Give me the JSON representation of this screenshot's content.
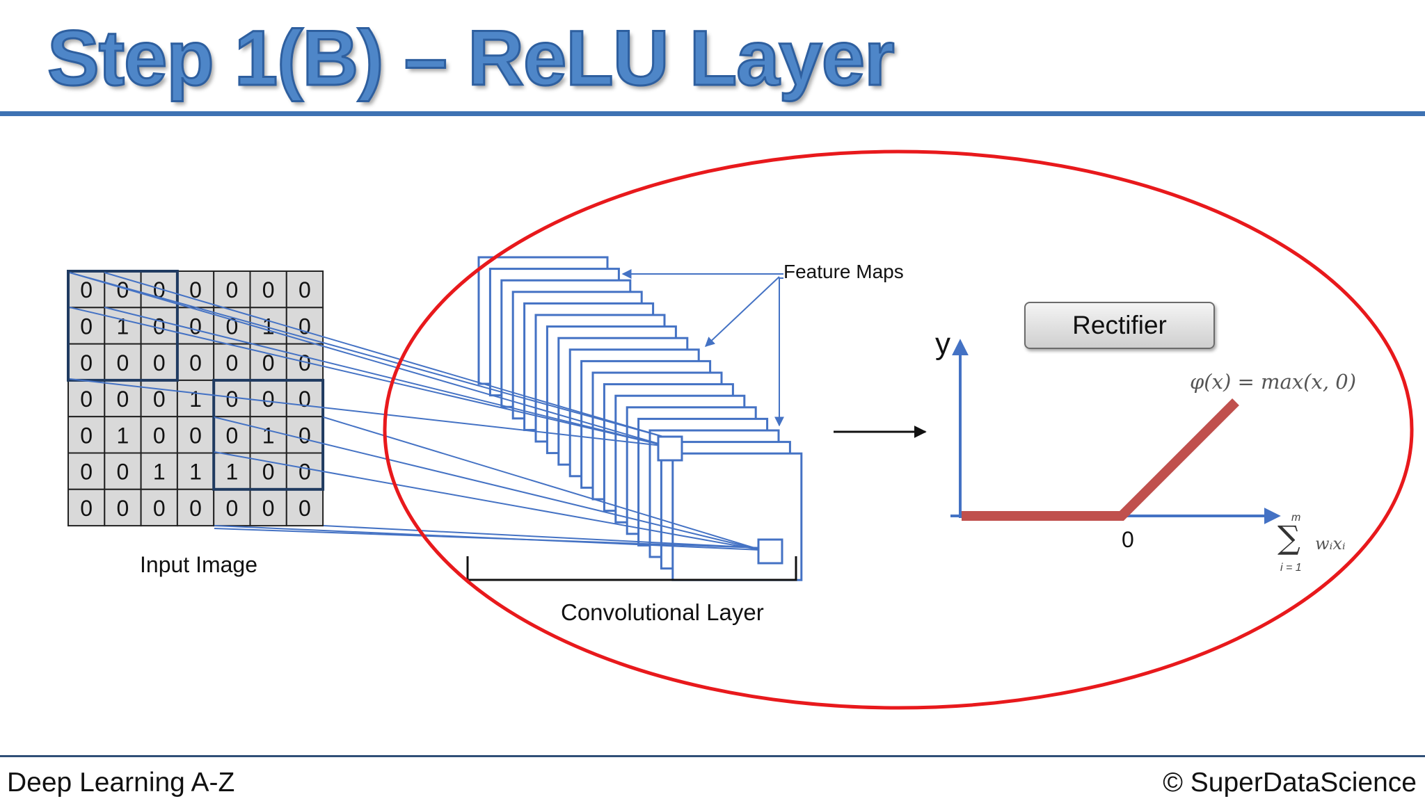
{
  "slide": {
    "title": "Step 1(B) – ReLU Layer",
    "footer_left": "Deep Learning A-Z",
    "footer_right": "© SuperDataScience"
  },
  "input_image": {
    "label": "Input Image",
    "grid": [
      [
        "0",
        "0",
        "0",
        "0",
        "0",
        "0",
        "0"
      ],
      [
        "0",
        "1",
        "0",
        "0",
        "0",
        "1",
        "0"
      ],
      [
        "0",
        "0",
        "0",
        "0",
        "0",
        "0",
        "0"
      ],
      [
        "0",
        "0",
        "0",
        "1",
        "0",
        "0",
        "0"
      ],
      [
        "0",
        "1",
        "0",
        "0",
        "0",
        "1",
        "0"
      ],
      [
        "0",
        "0",
        "1",
        "1",
        "1",
        "0",
        "0"
      ],
      [
        "0",
        "0",
        "0",
        "0",
        "0",
        "0",
        "0"
      ]
    ]
  },
  "conv_layer": {
    "label": "Convolutional Layer",
    "feature_maps_label": "Feature Maps"
  },
  "rectifier": {
    "button_label": "Rectifier",
    "y_axis_label": "y",
    "origin_label": "0",
    "formula": "φ(x) = max(x, 0)",
    "sum_upper": "m",
    "sum_symbol": "∑",
    "sum_lower": "i = 1",
    "sum_term": "wᵢxᵢ"
  },
  "colors": {
    "accent_blue": "#4472c4",
    "highlight_red": "#e8191c",
    "relu_line": "#c0504d",
    "grid_fill": "#d9d9d9"
  }
}
